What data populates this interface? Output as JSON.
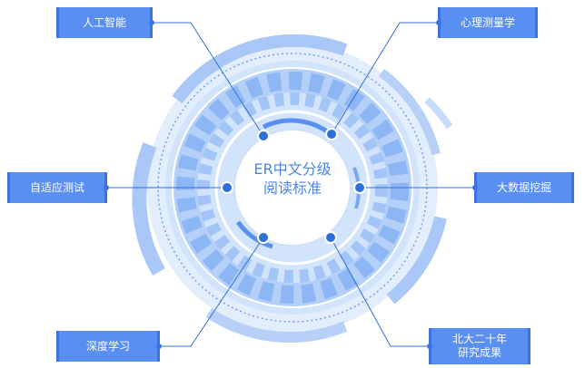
{
  "center": {
    "line1": "ER中文分级",
    "line2": "阅读标准"
  },
  "nodes": {
    "ai": "人工智能",
    "psychometrics": "心理测量学",
    "adaptive": "自适应测试",
    "bigdata": "大数据挖掘",
    "deep": "深度学习",
    "pku_line1": "北大二十年",
    "pku_line2": "研究成果"
  },
  "colors": {
    "primary": "#5a8ff2",
    "dark": "#3c73e0",
    "ring_light": "#cfe0fb",
    "ring_mid": "#9dc0f6",
    "ring_strong": "#6a9cf0",
    "connector": "#2f6fdc"
  }
}
